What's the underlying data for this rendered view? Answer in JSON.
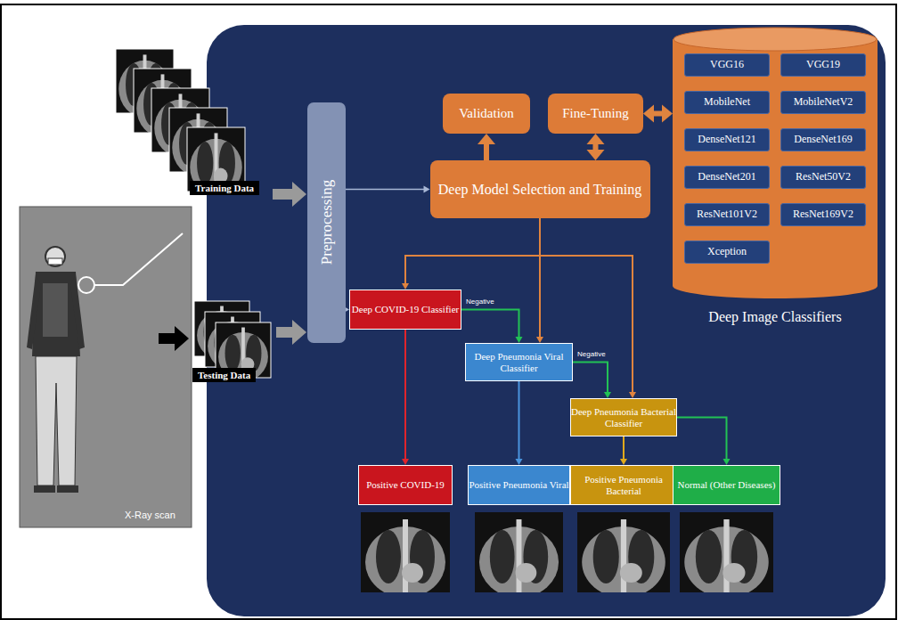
{
  "diagram": {
    "nodes": [
      {
        "text": [
          "Preprocessing"
        ]
      },
      {
        "text": [
          "Validation"
        ]
      },
      {
        "text": [
          "Fine-Tuning"
        ]
      },
      {
        "text": [
          "Deep Model Selection and Training"
        ]
      },
      {
        "text": [
          "Deep Image Classifiers"
        ]
      },
      {
        "text": [
          "VGG16"
        ],
        "in": 4
      },
      {
        "text": [
          "VGG19"
        ],
        "in": 4
      },
      {
        "text": [
          "MobileNet"
        ],
        "in": 4
      },
      {
        "text": [
          "MobileNetV2"
        ],
        "in": 4
      },
      {
        "text": [
          "DenseNet121"
        ],
        "in": 4
      },
      {
        "text": [
          "DenseNet169"
        ],
        "in": 4
      },
      {
        "text": [
          "DenseNet201"
        ],
        "in": 4
      },
      {
        "text": [
          "ResNet50V2"
        ],
        "in": 4
      },
      {
        "text": [
          "ResNet101V2"
        ],
        "in": 4
      },
      {
        "text": [
          "ResNet169V2"
        ],
        "in": 4
      },
      {
        "text": [
          "Xception"
        ],
        "in": 4
      },
      {
        "text": [
          "Deep COVID-19 Classifier"
        ]
      },
      {
        "text": [
          "Deep Pneumonia Viral Classifier"
        ]
      },
      {
        "text": [
          "Deep Pneumonia Bacterial Classifier"
        ]
      },
      {
        "text": [
          "Positive COVID-19"
        ]
      },
      {
        "text": [
          "Positive Pneumonia Viral"
        ]
      },
      {
        "text": [
          "Positive Pneumonia Bacterial"
        ]
      },
      {
        "text": [
          "Normal (Other Diseases)"
        ]
      }
    ],
    "edges": [
      {
        "from": 0,
        "to": 3,
        "arrow": "to"
      },
      {
        "from": 3,
        "to": 1,
        "arrow": "to"
      },
      {
        "from": 2,
        "to": 3,
        "arrow": "both"
      },
      {
        "from": 2,
        "to": 4,
        "arrow": "both"
      },
      {
        "from": 0,
        "to": 16,
        "arrow": "to"
      },
      {
        "from": 3,
        "to": 16,
        "arrow": "to"
      },
      {
        "from": 3,
        "to": 17,
        "arrow": "to"
      },
      {
        "from": 3,
        "to": 18,
        "arrow": "to"
      },
      {
        "from": 16,
        "to": 17,
        "label": "Negative",
        "arrow": "to"
      },
      {
        "from": 17,
        "to": 18,
        "label": "Negative",
        "arrow": "to"
      },
      {
        "from": 16,
        "to": 19,
        "arrow": "to"
      },
      {
        "from": 17,
        "to": 20,
        "arrow": "to"
      },
      {
        "from": 18,
        "to": 21,
        "arrow": "to"
      },
      {
        "from": 18,
        "to": 22,
        "arrow": "to"
      }
    ],
    "labels": [
      "Training Data",
      "Testing Data",
      "X-Ray scan"
    ]
  }
}
